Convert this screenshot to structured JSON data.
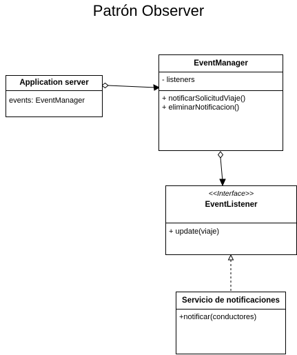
{
  "title": "Patrón Observer",
  "classes": {
    "app_server": {
      "name": "Application server",
      "attributes": [
        "events: EventManager"
      ]
    },
    "event_manager": {
      "name": "EventManager",
      "attributes": [
        "- listeners"
      ],
      "methods": [
        "+ notificarSolicitudViaje()",
        "+ eliminarNotificacion()"
      ]
    },
    "event_listener": {
      "stereotype": "<<Interface>>",
      "name": "EventListener",
      "methods": [
        "+ update(viaje)"
      ]
    },
    "servicio": {
      "name": "Servicio de notificaciones",
      "methods": [
        "+notificar(conductores)"
      ]
    }
  }
}
